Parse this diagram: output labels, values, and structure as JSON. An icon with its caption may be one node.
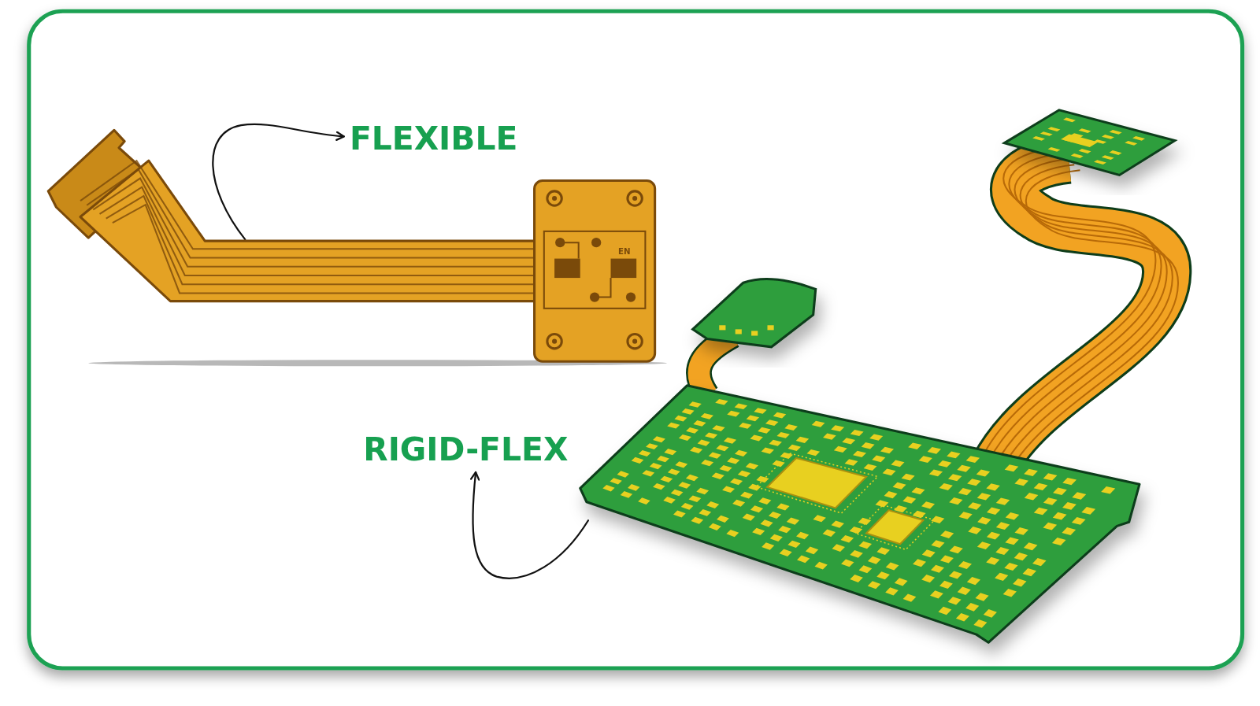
{
  "diagram": {
    "nodes": [
      {
        "text": [
          "FLEXIBLE"
        ]
      },
      {
        "text": [],
        "shape": "picture"
      },
      {
        "text": [
          "RIGID-FLEX"
        ]
      },
      {
        "text": [],
        "shape": "picture"
      }
    ],
    "edges": [
      {
        "from": 1,
        "to": 0,
        "arrow": "to"
      },
      {
        "from": 3,
        "to": 2,
        "arrow": "to"
      }
    ],
    "labels": [
      "EN"
    ]
  }
}
